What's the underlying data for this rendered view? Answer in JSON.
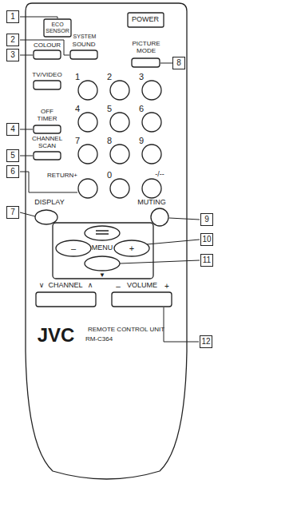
{
  "diagram": {
    "labels": [
      "1",
      "2",
      "3",
      "4",
      "5",
      "6",
      "7",
      "8",
      "9",
      "10",
      "11",
      "12",
      "ECO SENSOR",
      "SYSTEM",
      "SOUND",
      "POWER",
      "COLOUR",
      "PICTURE MODE",
      "TV/VIDEO",
      "1",
      "2",
      "3",
      "4",
      "5",
      "6",
      "7",
      "8",
      "9",
      "RETURN+",
      "0",
      "-/--",
      "OFF TIMER",
      "CHANNEL SCAN",
      "DISPLAY",
      "MUTING",
      "–",
      "MENU",
      "+",
      "▼",
      "∨",
      "CHANNEL",
      "∧",
      "–",
      "VOLUME",
      "+",
      "JVC",
      "REMOTE CONTROL UNIT",
      "RM-C364"
    ]
  }
}
